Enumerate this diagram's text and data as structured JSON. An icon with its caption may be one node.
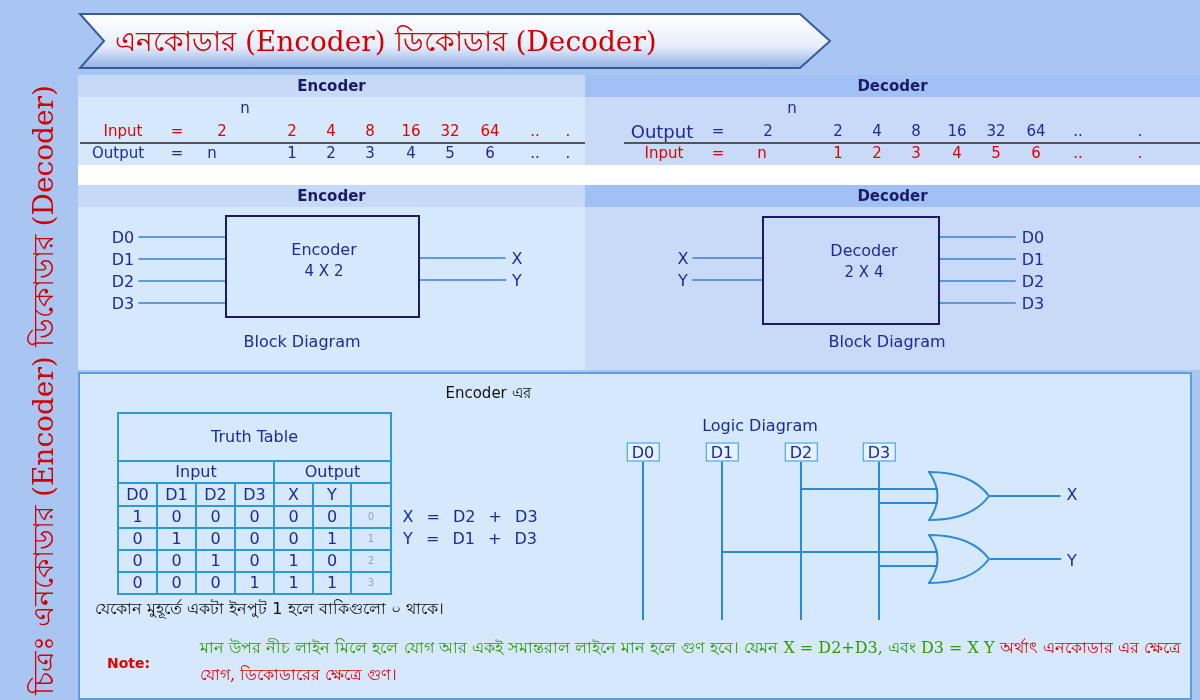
{
  "diagram": {
    "title": "এনকোডার (Encoder) ডিকোডার (Decoder)",
    "nodes": [
      {
        "text": [
          "D0"
        ]
      },
      {
        "text": [
          "D1"
        ]
      },
      {
        "text": [
          "D2"
        ]
      },
      {
        "text": [
          "D3"
        ]
      },
      {
        "text": [
          "Encoder",
          "4 X 2"
        ]
      },
      {
        "text": [
          "X"
        ]
      },
      {
        "text": [
          "Y"
        ]
      },
      {
        "text": [
          "X"
        ]
      },
      {
        "text": [
          "Y"
        ]
      },
      {
        "text": [
          "Decoder",
          "2 X 4"
        ]
      },
      {
        "text": [
          "D0"
        ]
      },
      {
        "text": [
          "D1"
        ]
      },
      {
        "text": [
          "D2"
        ]
      },
      {
        "text": [
          "D3"
        ]
      },
      {
        "text": [
          "D0"
        ]
      },
      {
        "text": [
          "D1"
        ]
      },
      {
        "text": [
          "D2"
        ]
      },
      {
        "text": [
          "D3"
        ]
      },
      {
        "text": [],
        "shape": "gate"
      },
      {
        "text": [
          "X"
        ]
      },
      {
        "text": [],
        "shape": "gate"
      },
      {
        "text": [
          "Y"
        ]
      }
    ],
    "edges": [
      {
        "from": 0,
        "to": 4,
        "arrow": "none"
      },
      {
        "from": 1,
        "to": 4,
        "arrow": "none"
      },
      {
        "from": 2,
        "to": 4,
        "arrow": "none"
      },
      {
        "from": 3,
        "to": 4,
        "arrow": "none"
      },
      {
        "from": 4,
        "to": 5,
        "arrow": "none"
      },
      {
        "from": 4,
        "to": 6,
        "arrow": "none"
      },
      {
        "from": 7,
        "to": 9,
        "arrow": "none"
      },
      {
        "from": 8,
        "to": 9,
        "arrow": "none"
      },
      {
        "from": 9,
        "to": 10,
        "arrow": "none"
      },
      {
        "from": 9,
        "to": 11,
        "arrow": "none"
      },
      {
        "from": 9,
        "to": 12,
        "arrow": "none"
      },
      {
        "from": 9,
        "to": 13,
        "arrow": "none"
      },
      {
        "from": 14,
        "to": null,
        "arrow": "none"
      },
      {
        "from": 16,
        "to": 18,
        "arrow": "none"
      },
      {
        "from": 17,
        "to": 18,
        "arrow": "none"
      },
      {
        "from": 15,
        "to": 20,
        "arrow": "none"
      },
      {
        "from": 17,
        "to": 20,
        "arrow": "none"
      },
      {
        "from": 18,
        "to": 19,
        "arrow": "none"
      },
      {
        "from": 20,
        "to": 21,
        "arrow": "none"
      }
    ],
    "labels": [
      "চিত্রঃ এনকোডার (Encoder) ডিকোডার (Decoder)",
      "Encoder",
      "n",
      "Input",
      "=",
      "2",
      "2",
      "4",
      "8",
      "16",
      "32",
      "64",
      "..",
      ".",
      "Output",
      "=",
      "n",
      "1",
      "2",
      "3",
      "4",
      "5",
      "6",
      "..",
      ".",
      "Decoder",
      "n",
      "Output",
      "=",
      "2",
      "2",
      "4",
      "8",
      "16",
      "32",
      "64",
      "..",
      ".",
      "Input",
      "=",
      "n",
      "1",
      "2",
      "3",
      "4",
      "5",
      "6",
      "..",
      ".",
      "Encoder",
      "Block Diagram",
      "Decoder",
      "Block Diagram",
      "Encoder এর",
      "Truth Table",
      "Input",
      "Output",
      "D0",
      "D1",
      "D2",
      "D3",
      "X",
      "Y",
      "1",
      "0",
      "0",
      "0",
      "0",
      "0",
      "0",
      "0",
      "1",
      "0",
      "0",
      "0",
      "1",
      "1",
      "0",
      "0",
      "1",
      "0",
      "1",
      "0",
      "2",
      "0",
      "0",
      "0",
      "1",
      "1",
      "1",
      "3",
      "X = D2 + D3",
      "Y = D1 + D3",
      "Logic Diagram",
      "যেকোন মুহূর্তে একটা ইনপুট 1 হলে বাকিগুলো ০ থাকে।",
      "Note:",
      "মান উপর নীচ লাইন মিলে হলে যোগ আর একই সমান্তরাল লাইনে মান হলে গুণ হবে। যেমন X = D2+D3, এবং D3 = X Y",
      "অর্থাৎ এনকোডার এর ক্ষেত্রে যোগ, ডিকোডারের ক্ষেত্রে গুণ।"
    ]
  }
}
